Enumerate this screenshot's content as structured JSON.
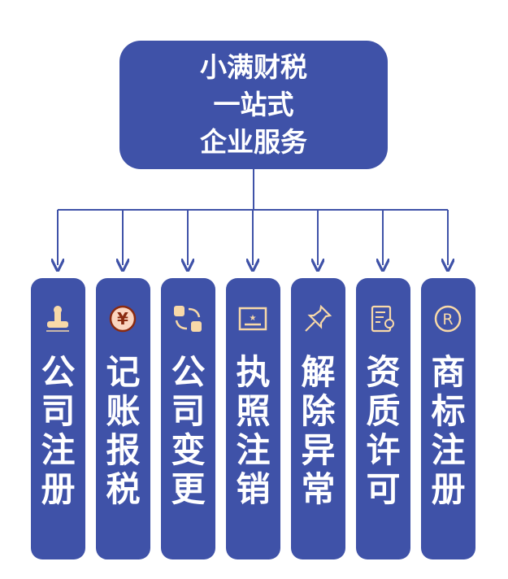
{
  "title": {
    "line1": "小满财税",
    "line2": "一站式",
    "line3": "企业服务"
  },
  "services": [
    {
      "label": "公司注册",
      "icon": "stamp-icon"
    },
    {
      "label": "记账报税",
      "icon": "yen-coin-icon"
    },
    {
      "label": "公司变更",
      "icon": "exchange-icon"
    },
    {
      "label": "执照注销",
      "icon": "license-icon"
    },
    {
      "label": "解除异常",
      "icon": "pushpin-icon"
    },
    {
      "label": "资质许可",
      "icon": "certificate-icon"
    },
    {
      "label": "商标注册",
      "icon": "registered-trademark-icon"
    }
  ],
  "colors": {
    "box": "#3f52a8",
    "icon": "#f8d9a8"
  }
}
